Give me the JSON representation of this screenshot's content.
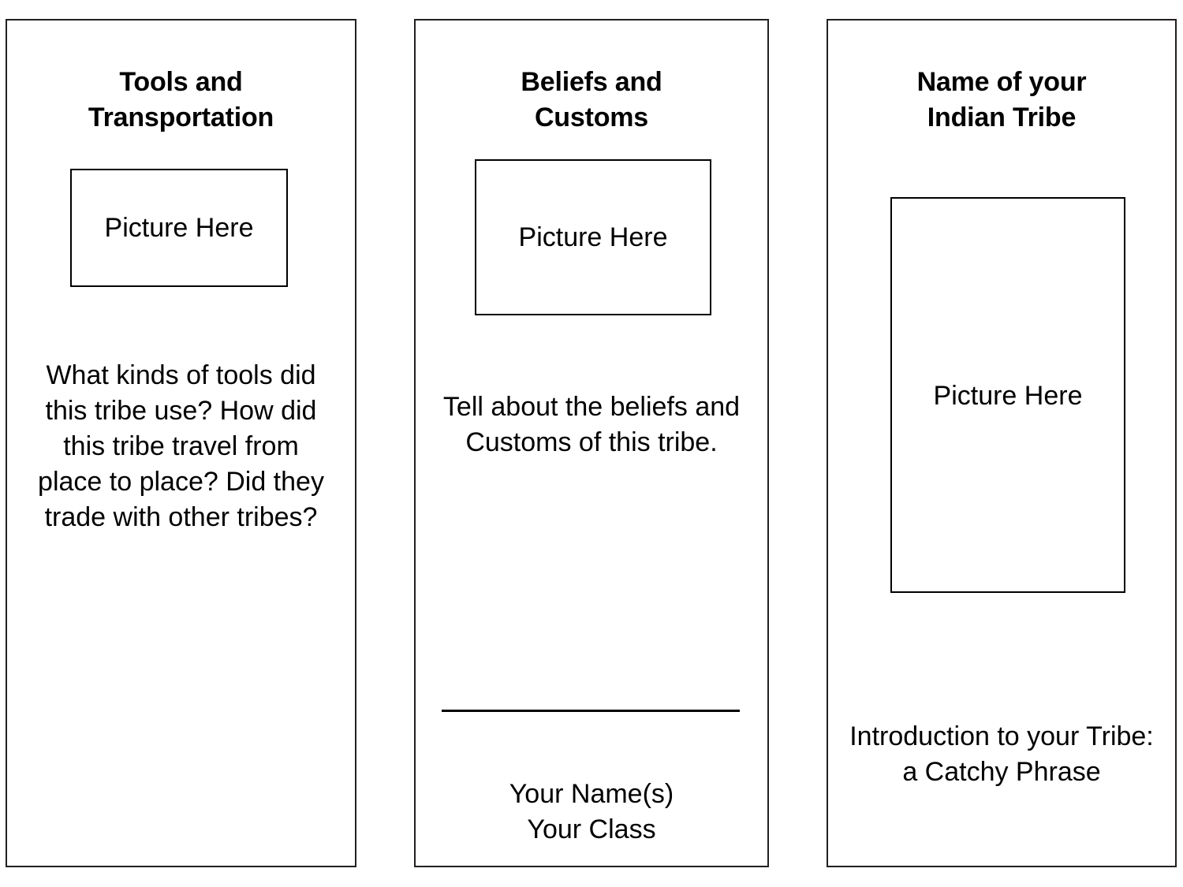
{
  "document": {
    "kind": "tri-fold brochure template",
    "background_color": "#ffffff",
    "border_color": "#231f20",
    "text_color": "#000000"
  },
  "panels": [
    {
      "id": "tools-and-transportation",
      "title": "Tools and\nTransportation",
      "picture_placeholder": "Picture Here",
      "body": "What kinds of tools did this tribe use? How did this tribe travel from place to place? Did they trade with other tribes?"
    },
    {
      "id": "beliefs-and-customs",
      "title": "Beliefs and\nCustoms",
      "picture_placeholder": "Picture Here",
      "body": "Tell about the beliefs and Customs of this tribe.",
      "signature": "Your Name(s)\nYour Class"
    },
    {
      "id": "name-of-your-indian-tribe",
      "title": "Name of your\nIndian Tribe",
      "picture_placeholder": "Picture Here",
      "body": "Introduction to your Tribe: a Catchy Phrase"
    }
  ]
}
